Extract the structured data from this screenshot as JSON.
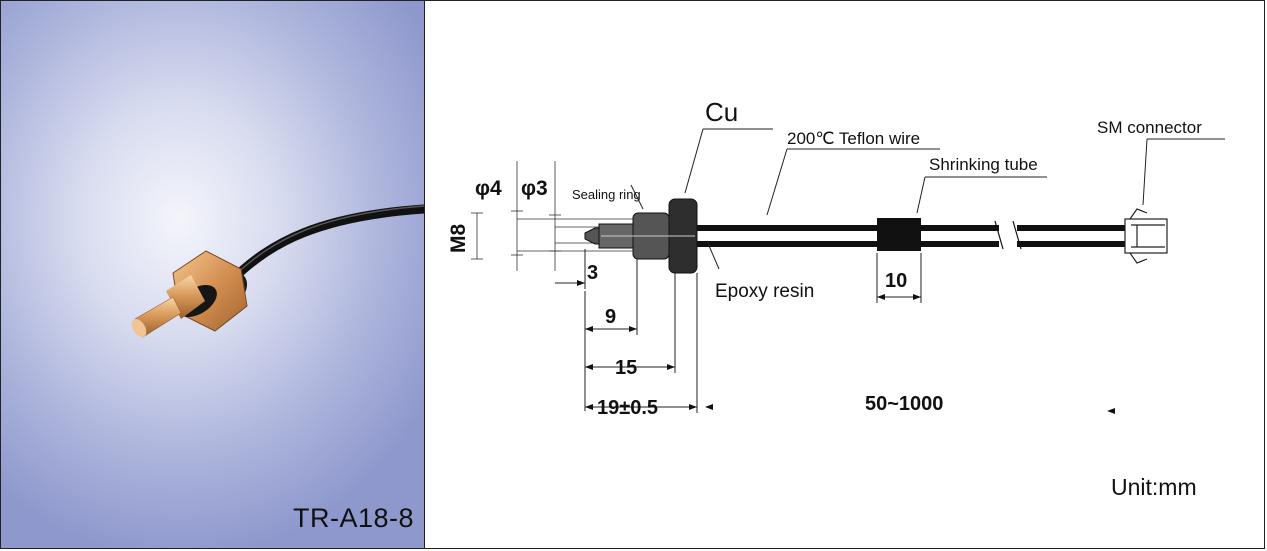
{
  "photo": {
    "model": "TR-A18-8"
  },
  "diagram": {
    "labels": {
      "material": "Cu",
      "wire": "200℃ Teflon wire",
      "tube": "Shrinking tube",
      "connector": "SM connector",
      "seal": "Sealing ring",
      "resin": "Epoxy resin"
    },
    "dims": {
      "outer_dia": "φ4",
      "inner_dia": "φ3",
      "thread": "M8",
      "tip": "3",
      "probe": "9",
      "body": "15",
      "total": "19±0.5",
      "tube_len": "10",
      "cable_len": "50~1000"
    },
    "unit": "Unit:mm"
  }
}
